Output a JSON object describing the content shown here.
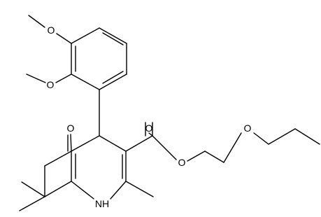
{
  "labels": {
    "o_top_methoxy": "O",
    "o_mid_methoxy": "O",
    "o_ketone": "O",
    "o_carbonyl": "O",
    "o_ester": "O",
    "o_ether": "O",
    "nh": "NH"
  }
}
